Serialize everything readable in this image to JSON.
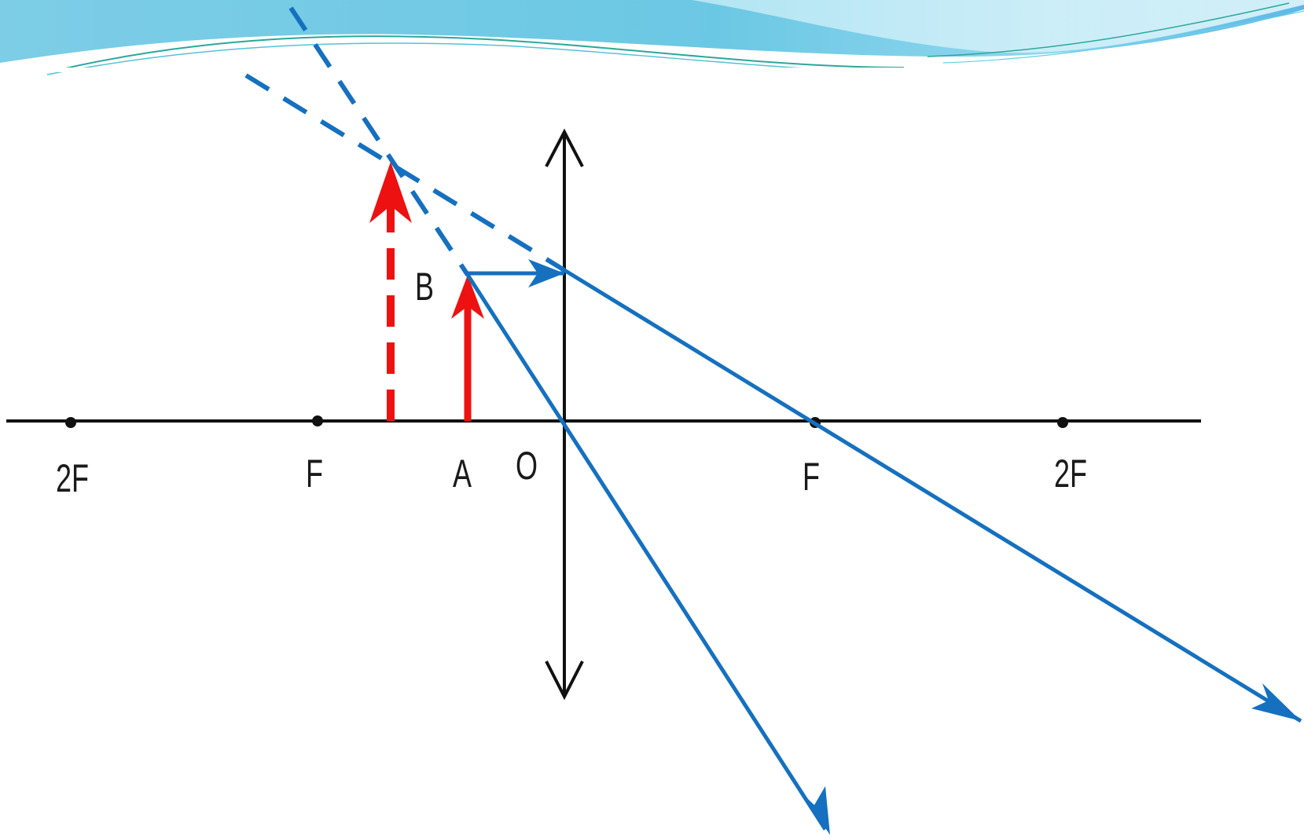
{
  "labels": {
    "two_f_left": "2F",
    "f_left": "F",
    "point_a": "A",
    "point_o": "O",
    "point_b": "B",
    "f_right": "F",
    "two_f_right": "2F"
  },
  "colors": {
    "banner_top": "#6cc7e3",
    "banner_light": "#aee4f3",
    "axis": "#111111",
    "object_arrow": "#ee1111",
    "image_arrow": "#ee1111",
    "rays": "#1570c0"
  },
  "icons": {
    "object": "solid-arrow-up",
    "image": "dashed-arrow-up",
    "lens": "double-headed-arrow"
  }
}
